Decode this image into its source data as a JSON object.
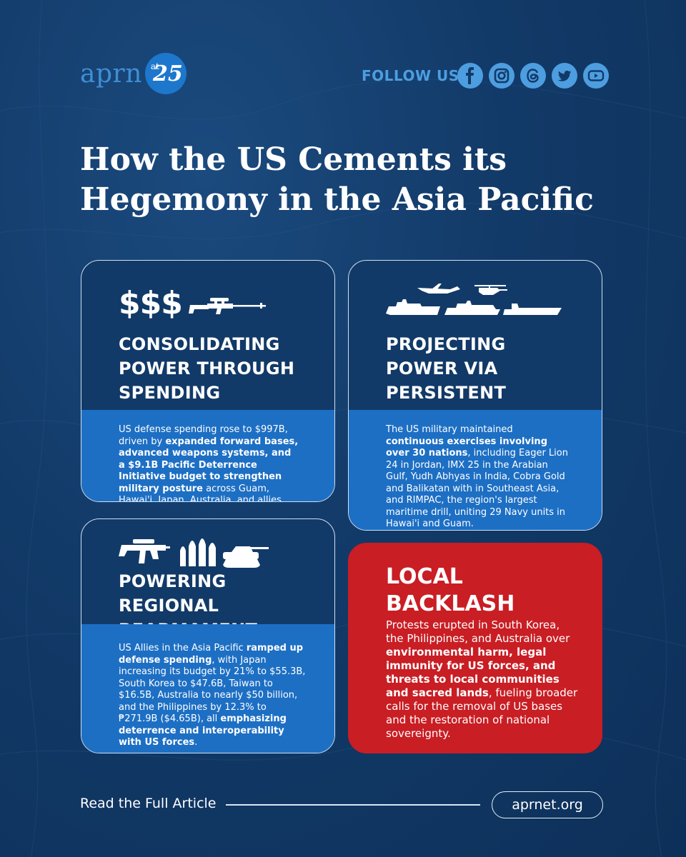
{
  "brand": {
    "logo_text": "aprn",
    "logo_at": "at",
    "logo_number": "25"
  },
  "header": {
    "follow_label": "FOLLOW US",
    "socials": [
      "facebook-icon",
      "instagram-icon",
      "threads-icon",
      "twitter-icon",
      "youtube-icon"
    ]
  },
  "title_line1": "How the US Cements its",
  "title_line2": "Hegemony in the Asia Pacific",
  "cards": [
    {
      "icon_text": "$$$",
      "heading": "CONSOLIDATING POWER THROUGH SPENDING",
      "body": [
        {
          "t": "US defense spending rose to $997B, driven by ",
          "b": false
        },
        {
          "t": "expanded forward bases, advanced weapons systems, and a $9.1B Pacific Deterrence Initiative budget to strengthen military posture",
          "b": true
        },
        {
          "t": " across Guam, Hawai'i, Japan, Australia, and allies.",
          "b": false
        }
      ]
    },
    {
      "heading": "PROJECTING POWER VIA PERSISTENT PRESENCE",
      "body": [
        {
          "t": "The US military maintained ",
          "b": false
        },
        {
          "t": "continuous exercises involving over 30 nations",
          "b": true
        },
        {
          "t": ", including Eager Lion 24 in Jordan, IMX 25 in the Arabian Gulf, Yudh Abhyas in India, Cobra Gold and Balikatan with in Southeast Asia, and RIMPAC, the region's largest maritime drill, uniting 29 Navy units in Hawai'i and Guam.",
          "b": false
        }
      ]
    },
    {
      "heading": "POWERING REGIONAL REARMAMENT",
      "body": [
        {
          "t": "US Allies in the Asia Pacific ",
          "b": false
        },
        {
          "t": "ramped up defense spending",
          "b": true
        },
        {
          "t": ", with Japan increasing its budget by 21% to $55.3B, South Korea to $47.6B, Taiwan to $16.5B, Australia to nearly $50 billion, and the Philippines by 12.3% to ₱271.9B ($4.65B), all ",
          "b": false
        },
        {
          "t": "emphasizing deterrence and interoperability with US forces",
          "b": true
        },
        {
          "t": ".",
          "b": false
        }
      ]
    },
    {
      "heading_line1": "LOCAL",
      "heading_line2": "BACKLASH",
      "body": [
        {
          "t": "Protests erupted in South Korea, the Philippines, and Australia over ",
          "b": false
        },
        {
          "t": "environmental harm, legal immunity for US forces, and threats to local communities and sacred lands",
          "b": true
        },
        {
          "t": ", fueling broader calls for the removal of US bases and the restoration of national sovereignty.",
          "b": false
        }
      ]
    }
  ],
  "footer": {
    "read_label": "Read the Full Article",
    "site": "aprnet.org"
  },
  "colors": {
    "background": "#123a68",
    "panel_blue": "#1d6fc4",
    "accent_red": "#c81e24",
    "light_blue": "#4d9ee0"
  }
}
